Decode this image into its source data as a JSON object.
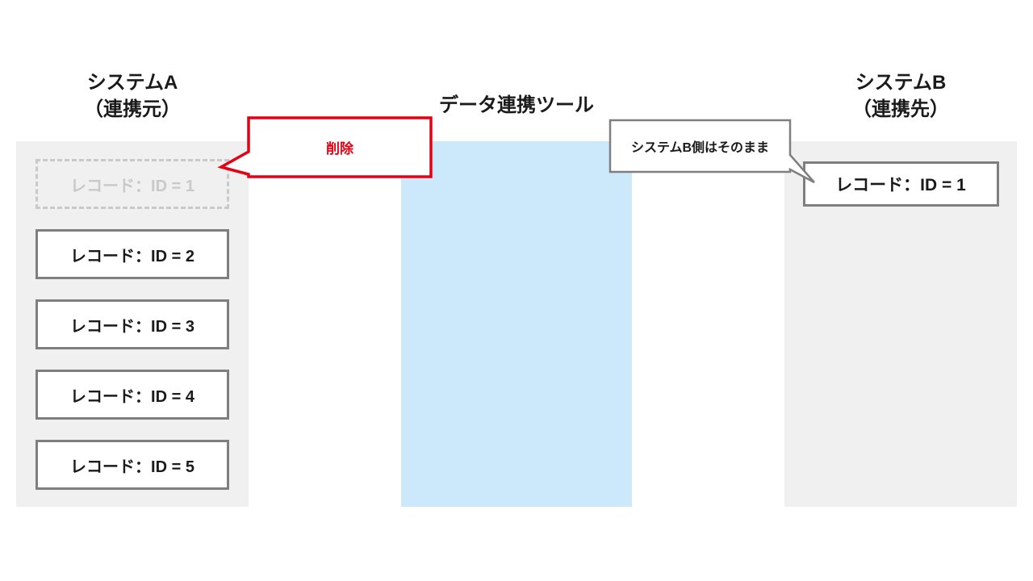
{
  "colors": {
    "panel_bg": "#f0f0f0",
    "tool_bg": "#cce9fb",
    "record_border": "#7f7f7f",
    "deleted_gray": "#c9c9c9",
    "accent_red": "#e60013"
  },
  "system_a": {
    "title": "システムA",
    "subtitle": "（連携元）",
    "records": [
      {
        "text": "レコード：ID = 1",
        "state": "deleted"
      },
      {
        "text": "レコード：ID = 2",
        "state": "normal"
      },
      {
        "text": "レコード：ID = 3",
        "state": "normal"
      },
      {
        "text": "レコード：ID = 4",
        "state": "normal"
      },
      {
        "text": "レコード：ID = 5",
        "state": "normal"
      }
    ]
  },
  "tool": {
    "title": "データ連携ツール"
  },
  "system_b": {
    "title": "システムB",
    "subtitle": "（連携先）",
    "records": [
      {
        "text": "レコード：ID = 1",
        "state": "normal"
      }
    ]
  },
  "callouts": {
    "delete_label": "削除",
    "keep_label": "システムB側はそのまま"
  }
}
